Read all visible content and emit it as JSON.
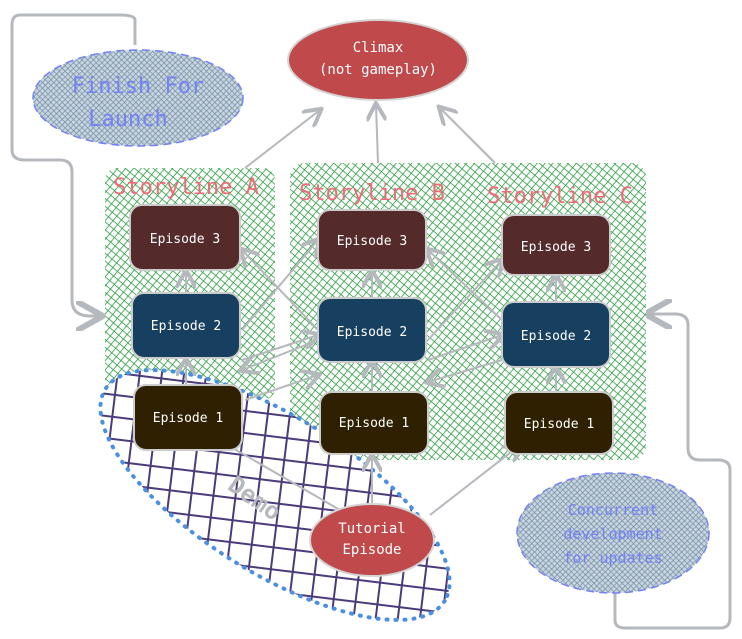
{
  "climax": {
    "line1": "Climax",
    "line2": "(not gameplay)"
  },
  "finish": {
    "line1": "Finish For",
    "line2": "Launch"
  },
  "storylines": [
    {
      "title": "Storyline A",
      "episodes": [
        "Episode 3",
        "Episode 2",
        "Episode 1"
      ]
    },
    {
      "title": "Storyline B",
      "episodes": [
        "Episode 3",
        "Episode 2",
        "Episode 1"
      ]
    },
    {
      "title": "Storyline C",
      "episodes": [
        "Episode 3",
        "Episode 2",
        "Episode 1"
      ]
    }
  ],
  "demo": {
    "label": "Demo"
  },
  "tutorial": {
    "line1": "Tutorial",
    "line2": "Episode"
  },
  "concurrent": {
    "line1": "Concurrent",
    "line2": "development",
    "line3": "for updates"
  },
  "colors": {
    "climax": "#c0494b",
    "episode3": "#552a2a",
    "episode2": "#173f5f",
    "episode1": "#2e2000",
    "storyline_fill": "#2f9e44",
    "storyline_title": "#f06b7a",
    "demo_hatch": "#4b3b7a",
    "note_text": "#7482f6",
    "arrow": "#b5b8bc"
  }
}
